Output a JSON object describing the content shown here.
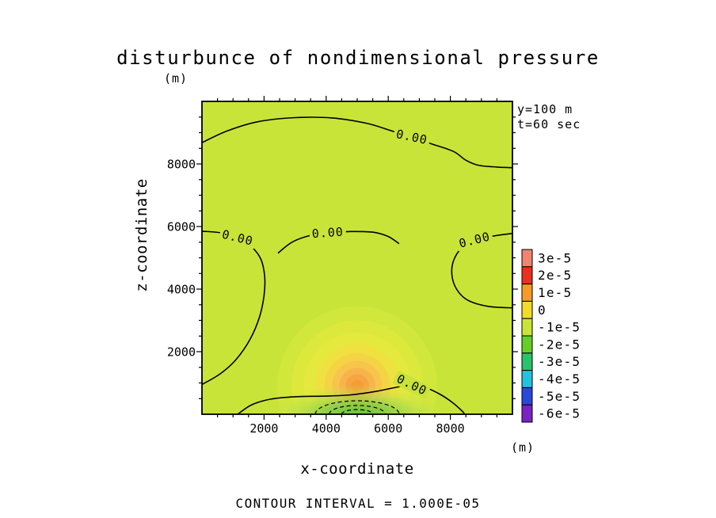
{
  "chart_data": {
    "type": "heatmap",
    "subtype": "filled-contour-plot",
    "title": "disturbunce of nondimensional pressure",
    "xlabel": "x-coordinate",
    "ylabel": "z-coordinate",
    "x_unit": "(m)",
    "y_unit": "(m)",
    "xlim": [
      0,
      10000
    ],
    "ylim": [
      0,
      10000
    ],
    "x_ticks": [
      2000,
      4000,
      6000,
      8000
    ],
    "y_ticks": [
      2000,
      4000,
      6000,
      8000
    ],
    "minor_tick_step": 500,
    "annotations": [
      "y=100 m",
      "t=60 sec"
    ],
    "contour_interval": 1e-05,
    "contour_interval_label": "CONTOUR INTERVAL = 1.000E-05",
    "background_color": "#c9e438",
    "colorbar": {
      "levels": [
        {
          "label": "3e-5",
          "color": "#f2836f"
        },
        {
          "label": "2e-5",
          "color": "#e8311f"
        },
        {
          "label": "1e-5",
          "color": "#f69c26"
        },
        {
          "label": "0",
          "color": "#f2da2c"
        },
        {
          "label": "-1e-5",
          "color": "#c9e438"
        },
        {
          "label": "-2e-5",
          "color": "#64cf27"
        },
        {
          "label": "-3e-5",
          "color": "#27c46a"
        },
        {
          "label": "-4e-5",
          "color": "#22c4dd"
        },
        {
          "label": "-5e-5",
          "color": "#2b49d8"
        },
        {
          "label": "-6e-5",
          "color": "#7b22c4"
        }
      ]
    },
    "hotspot": {
      "x": 5000,
      "z": 900,
      "rings": [
        {
          "r": 2550,
          "color": "#d2e73b"
        },
        {
          "r": 2100,
          "color": "#dce93c"
        },
        {
          "r": 1700,
          "color": "#e6e93d"
        },
        {
          "r": 1350,
          "color": "#efe13f"
        },
        {
          "r": 1050,
          "color": "#f4d444"
        },
        {
          "r": 800,
          "color": "#f7c44c"
        },
        {
          "r": 580,
          "color": "#f8b44c"
        },
        {
          "r": 380,
          "color": "#f7a540"
        },
        {
          "r": 200,
          "color": "#f69c37"
        }
      ]
    },
    "bottom_region": {
      "cx": 5000,
      "cz": 0,
      "rx": 2950,
      "rz": 950,
      "stops": [
        {
          "o": 0,
          "c": "#5fc43a",
          "a": 0.95
        },
        {
          "o": 0.38,
          "c": "#7ecd47",
          "a": 0.8
        },
        {
          "o": 0.62,
          "c": "#a6da4e",
          "a": 0.55
        },
        {
          "o": 0.82,
          "c": "#c0e34b",
          "a": 0.3
        },
        {
          "o": 1,
          "c": "#c9e438",
          "a": 0
        }
      ]
    },
    "contours": {
      "label_text": "0.00",
      "zero_lines": [
        [
          [
            0,
            8680
          ],
          [
            800,
            9050
          ],
          [
            1800,
            9350
          ],
          [
            3000,
            9480
          ],
          [
            4200,
            9470
          ],
          [
            5300,
            9300
          ],
          [
            6100,
            9060
          ],
          [
            6760,
            8860
          ],
          [
            7400,
            8640
          ],
          [
            8100,
            8400
          ],
          [
            8500,
            8120
          ],
          [
            8900,
            7960
          ],
          [
            9500,
            7900
          ],
          [
            10000,
            7880
          ]
        ],
        [
          [
            0,
            5850
          ],
          [
            600,
            5800
          ],
          [
            1150,
            5640
          ],
          [
            1600,
            5350
          ],
          [
            1900,
            4950
          ],
          [
            2020,
            4400
          ],
          [
            2000,
            3800
          ],
          [
            1850,
            3100
          ],
          [
            1550,
            2400
          ],
          [
            1100,
            1750
          ],
          [
            600,
            1300
          ],
          [
            0,
            950
          ]
        ],
        [
          [
            2450,
            5150
          ],
          [
            2900,
            5500
          ],
          [
            3500,
            5720
          ],
          [
            4050,
            5800
          ],
          [
            4800,
            5840
          ],
          [
            5500,
            5820
          ],
          [
            6000,
            5680
          ],
          [
            6350,
            5450
          ]
        ],
        [
          [
            10000,
            5780
          ],
          [
            9400,
            5700
          ],
          [
            8780,
            5570
          ],
          [
            8350,
            5300
          ],
          [
            8100,
            4900
          ],
          [
            8050,
            4450
          ],
          [
            8200,
            4000
          ],
          [
            8550,
            3650
          ],
          [
            9200,
            3450
          ],
          [
            10000,
            3400
          ]
        ],
        [
          [
            1150,
            0
          ],
          [
            1600,
            300
          ],
          [
            2200,
            480
          ],
          [
            3000,
            560
          ],
          [
            4000,
            580
          ],
          [
            4800,
            620
          ],
          [
            5600,
            730
          ],
          [
            6300,
            870
          ],
          [
            6760,
            940
          ],
          [
            7200,
            850
          ],
          [
            7700,
            620
          ],
          [
            8100,
            350
          ],
          [
            8400,
            80
          ],
          [
            8450,
            0
          ]
        ]
      ],
      "labels": [
        {
          "x": 6760,
          "z": 8860,
          "rot": 12
        },
        {
          "x": 1148,
          "z": 5640,
          "rot": 14
        },
        {
          "x": 4050,
          "z": 5800,
          "rot": -4
        },
        {
          "x": 8780,
          "z": 5570,
          "rot": -14
        },
        {
          "x": 6760,
          "z": 940,
          "rot": 26
        }
      ],
      "negative_dashed_arcs": [
        {
          "cx": 5000,
          "cz": 0,
          "rx": 1350,
          "rz": 430
        },
        {
          "cx": 5000,
          "cz": 0,
          "rx": 900,
          "rz": 280
        },
        {
          "cx": 5000,
          "cz": 0,
          "rx": 500,
          "rz": 150
        }
      ]
    }
  }
}
